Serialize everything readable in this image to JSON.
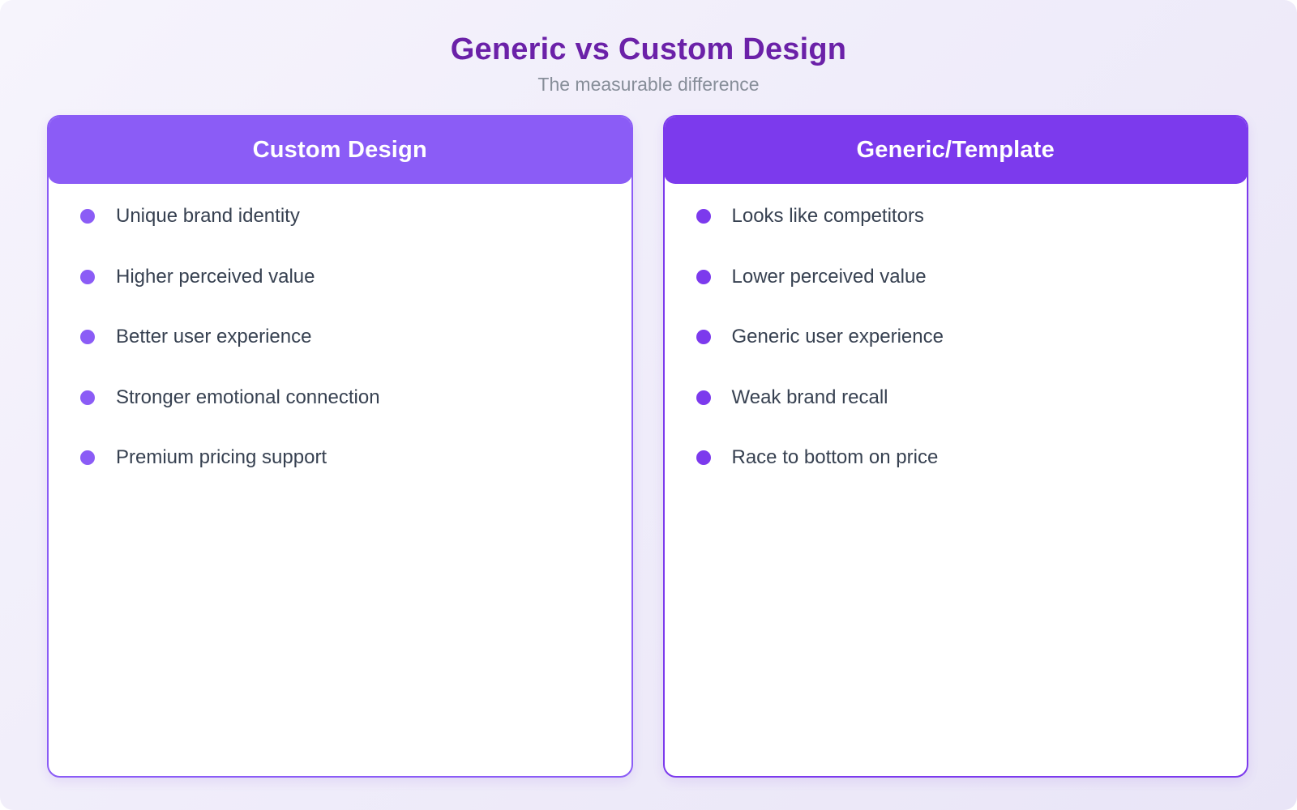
{
  "title": "Generic vs Custom Design",
  "subtitle": "The measurable difference",
  "columns": [
    {
      "header": "Custom Design",
      "accent": "#8b5cf6",
      "items": [
        "Unique brand identity",
        "Higher perceived value",
        "Better user experience",
        "Stronger emotional connection",
        "Premium pricing support"
      ]
    },
    {
      "header": "Generic/Template",
      "accent": "#7c3aed",
      "items": [
        "Looks like competitors",
        "Lower perceived value",
        "Generic user experience",
        "Weak brand recall",
        "Race to bottom on price"
      ]
    }
  ],
  "colors": {
    "title_text": "#6b21a8",
    "subtitle_text": "#878e99",
    "item_text": "#374151",
    "card_background": "#ffffff",
    "background_gradient_start": "#f6f4fc",
    "background_gradient_end": "#e9e5f7",
    "left_accent": "#8b5cf6",
    "right_accent": "#7c3aed"
  }
}
